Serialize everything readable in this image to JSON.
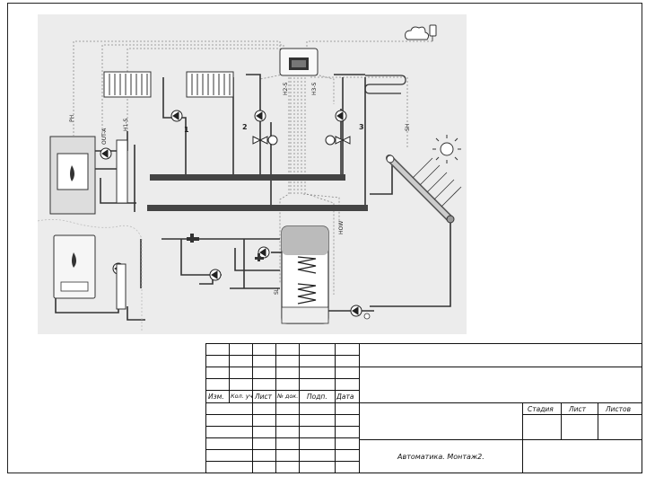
{
  "diagram": {
    "labels": {
      "ph": "PH",
      "out_a": "OUT-A",
      "h1_s": "H1-S",
      "h2_s": "H2-S",
      "h3_s": "H3-S",
      "sh": "SH",
      "how": "HOW",
      "sl": "SL",
      "pump1": "1",
      "pump2": "2",
      "pump3": "3"
    },
    "icons": [
      "weather-icon",
      "sun-icon",
      "boiler-icon",
      "gas-boiler-icon",
      "radiator-icon",
      "floor-heating-icon",
      "controller-icon",
      "pump-icon",
      "mixing-valve-icon",
      "tap-icon",
      "solar-collector-icon",
      "water-tank-icon"
    ]
  },
  "title_block": {
    "headers": {
      "izm": "Изм.",
      "kol_uch": "Кол. уч",
      "list": "Лист",
      "n_dok": "№ док.",
      "podp": "Подп.",
      "data": "Дата"
    },
    "stage_headers": {
      "stadiya": "Стадия",
      "list": "Лист",
      "listov": "Листов"
    },
    "document_title": "Автоматика. Монтаж2."
  }
}
